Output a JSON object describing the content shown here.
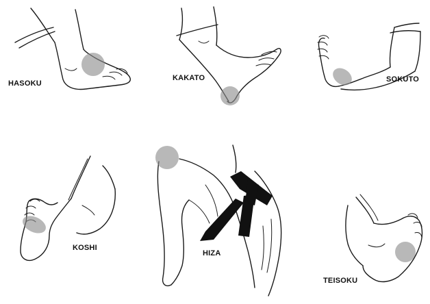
{
  "figures": [
    {
      "id": "hasoku",
      "label": "HASOKU"
    },
    {
      "id": "kakato",
      "label": "KAKATO"
    },
    {
      "id": "sokuto",
      "label": "SOKUTO"
    },
    {
      "id": "koshi",
      "label": "KOSHI"
    },
    {
      "id": "hiza",
      "label": "HIZA"
    },
    {
      "id": "teisoku",
      "label": "TEISOKU"
    }
  ],
  "colors": {
    "background": "#ffffff",
    "ink": "#1a1a1a",
    "target_spot": "#8c8c8c",
    "belt": "#111111"
  }
}
